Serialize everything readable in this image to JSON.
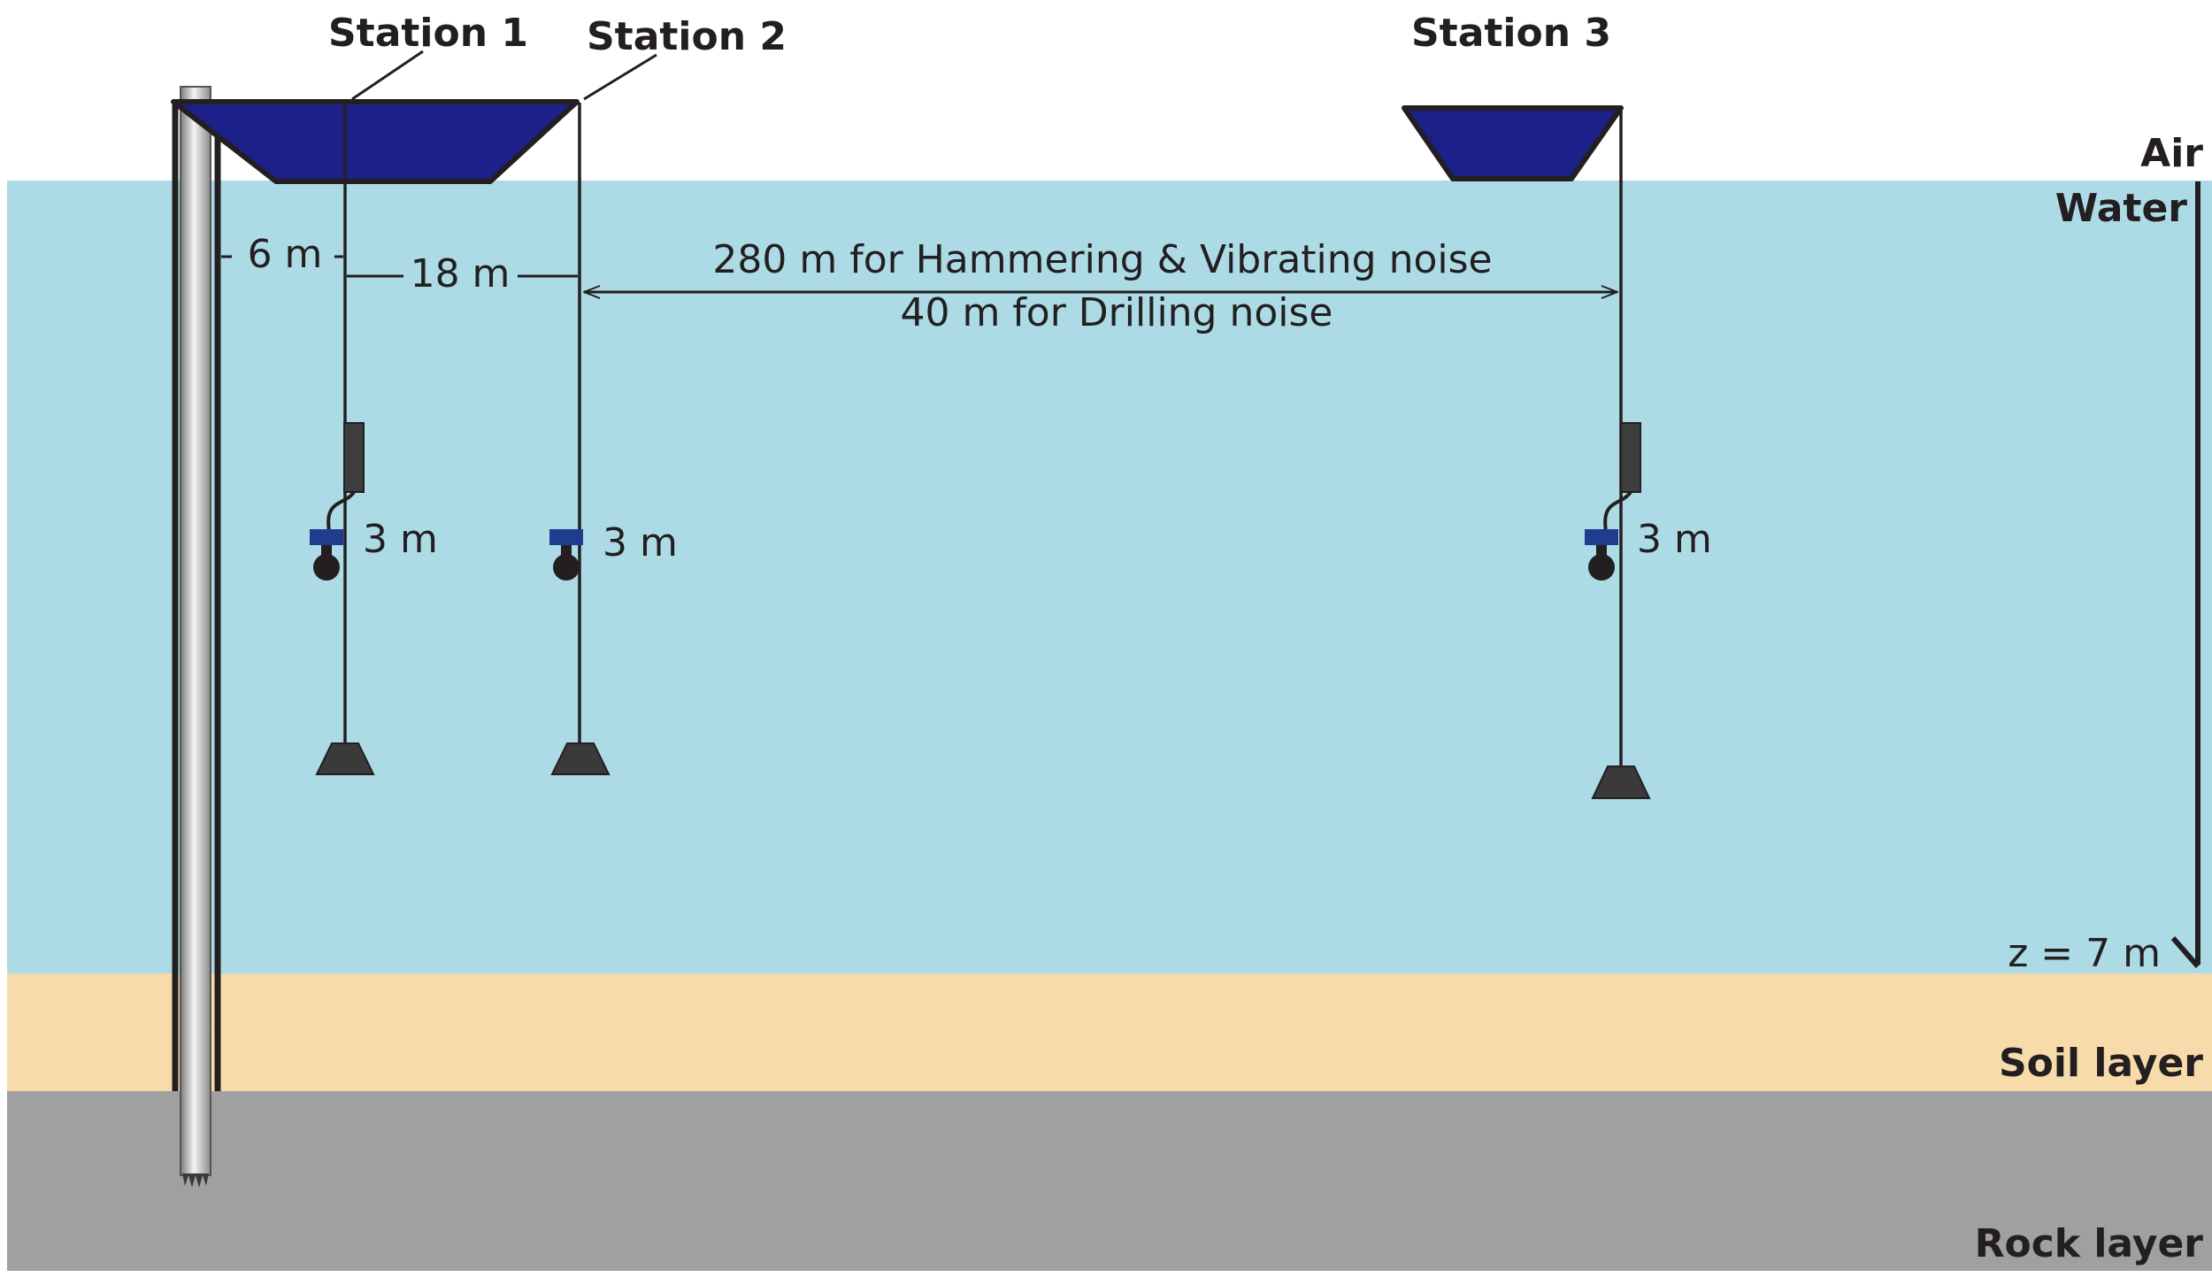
{
  "stations": {
    "station1": "Station 1",
    "station2": "Station 2",
    "station3": "Station 3"
  },
  "media": {
    "air": "Air",
    "water": "Water",
    "soil": "Soil layer",
    "rock": "Rock layer"
  },
  "depth": {
    "z_label": "z = 7 m"
  },
  "distances": {
    "pile_to_station1": "6 m",
    "station1_to_station2": "18 m",
    "hammering_vibrating": "280 m for Hammering & Vibrating noise",
    "drilling": "40 m for Drilling noise"
  },
  "hydrophone_depths": {
    "station1": "3 m",
    "station2": "3 m",
    "station3": "3 m"
  },
  "colors": {
    "air": "#ffffff",
    "water": "#acdbe6",
    "soil": "#f8dbab",
    "rock": "#a0a0a0",
    "float": "#1c2088",
    "hydrophone_band": "#1f3c8f",
    "anchor": "#3a3a3a",
    "line": "#231f20"
  }
}
